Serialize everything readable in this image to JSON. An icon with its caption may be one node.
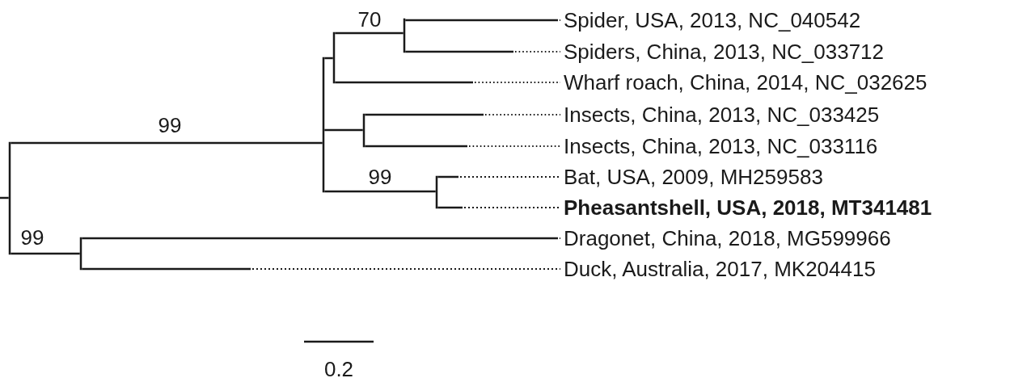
{
  "diagram": {
    "nodes": [
      {
        "text": [],
        "shape": "bar"
      },
      {
        "text": [],
        "shape": "bar"
      },
      {
        "text": [],
        "shape": "bar"
      },
      {
        "text": [],
        "shape": "bar"
      },
      {
        "text": [
          "Spider, USA, 2013, NC_040542"
        ]
      },
      {
        "text": [
          "Spiders, China, 2013, NC_033712"
        ]
      },
      {
        "text": [
          "Wharf roach, China, 2014, NC_032625"
        ]
      },
      {
        "text": [],
        "shape": "bar"
      },
      {
        "text": [
          "Insects, China, 2013, NC_033425"
        ]
      },
      {
        "text": [
          "Insects, China, 2013, NC_033116"
        ]
      },
      {
        "text": [],
        "shape": "bar"
      },
      {
        "text": [
          "Bat, USA, 2009, MH259583"
        ]
      },
      {
        "text": [
          "Pheasantshell, USA, 2018, MT341481"
        ]
      },
      {
        "text": [],
        "shape": "bar"
      },
      {
        "text": [
          "Dragonet, China, 2018, MG599966"
        ]
      },
      {
        "text": [
          "Duck, Australia, 2017, MK204415"
        ]
      }
    ],
    "edges": [
      {
        "from": null,
        "to": 0,
        "arrow": "none"
      },
      {
        "from": 0,
        "to": 1,
        "arrow": "none",
        "label": "99"
      },
      {
        "from": 1,
        "to": 2,
        "arrow": "none"
      },
      {
        "from": 2,
        "to": 3,
        "arrow": "none",
        "label": "70"
      },
      {
        "from": 3,
        "to": 4,
        "arrow": "none"
      },
      {
        "from": 3,
        "to": 5,
        "arrow": "none"
      },
      {
        "from": 2,
        "to": 6,
        "arrow": "none"
      },
      {
        "from": 1,
        "to": 7,
        "arrow": "none"
      },
      {
        "from": 7,
        "to": 8,
        "arrow": "none"
      },
      {
        "from": 7,
        "to": 9,
        "arrow": "none"
      },
      {
        "from": 1,
        "to": 10,
        "arrow": "none",
        "label": "99"
      },
      {
        "from": 10,
        "to": 11,
        "arrow": "none",
        "style": "dashed"
      },
      {
        "from": 10,
        "to": 12,
        "arrow": "none",
        "style": "dashed"
      },
      {
        "from": 0,
        "to": 13,
        "arrow": "none",
        "label": "99"
      },
      {
        "from": 13,
        "to": 14,
        "arrow": "none"
      },
      {
        "from": 13,
        "to": 15,
        "arrow": "none",
        "style": "dashed"
      }
    ],
    "labels": [
      "0.2"
    ]
  }
}
